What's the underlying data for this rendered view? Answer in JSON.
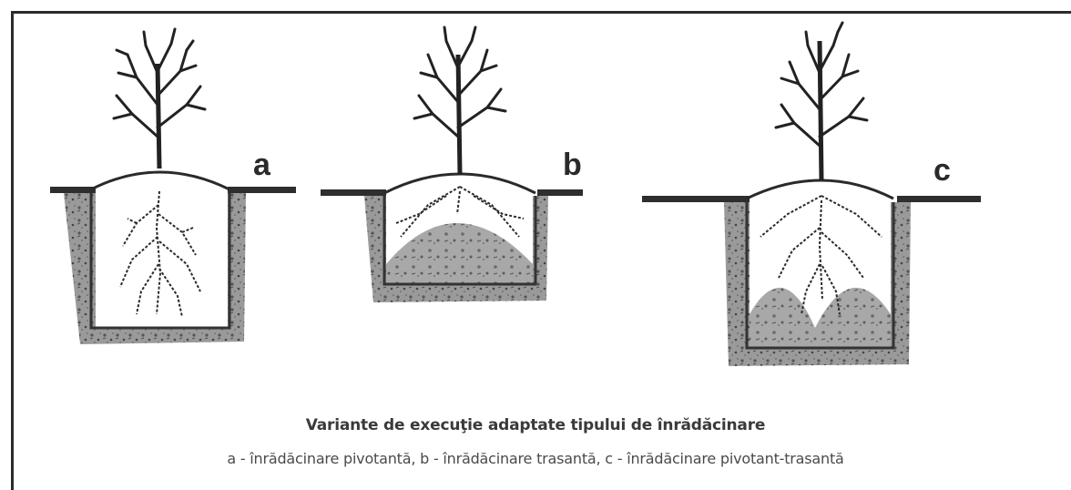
{
  "figure": {
    "variants": [
      {
        "letter": "a",
        "type": "pivot"
      },
      {
        "letter": "b",
        "type": "trasant"
      },
      {
        "letter": "c",
        "type": "pivot-trasant"
      }
    ]
  },
  "caption": {
    "title": "Variante de execuţie adaptate  tipului de înrădăcinare",
    "subtitle": "a - înrădăcinare pivotantă, b - înrădăcinare trasantă, c - înrădăcinare pivotant-trasantă"
  }
}
